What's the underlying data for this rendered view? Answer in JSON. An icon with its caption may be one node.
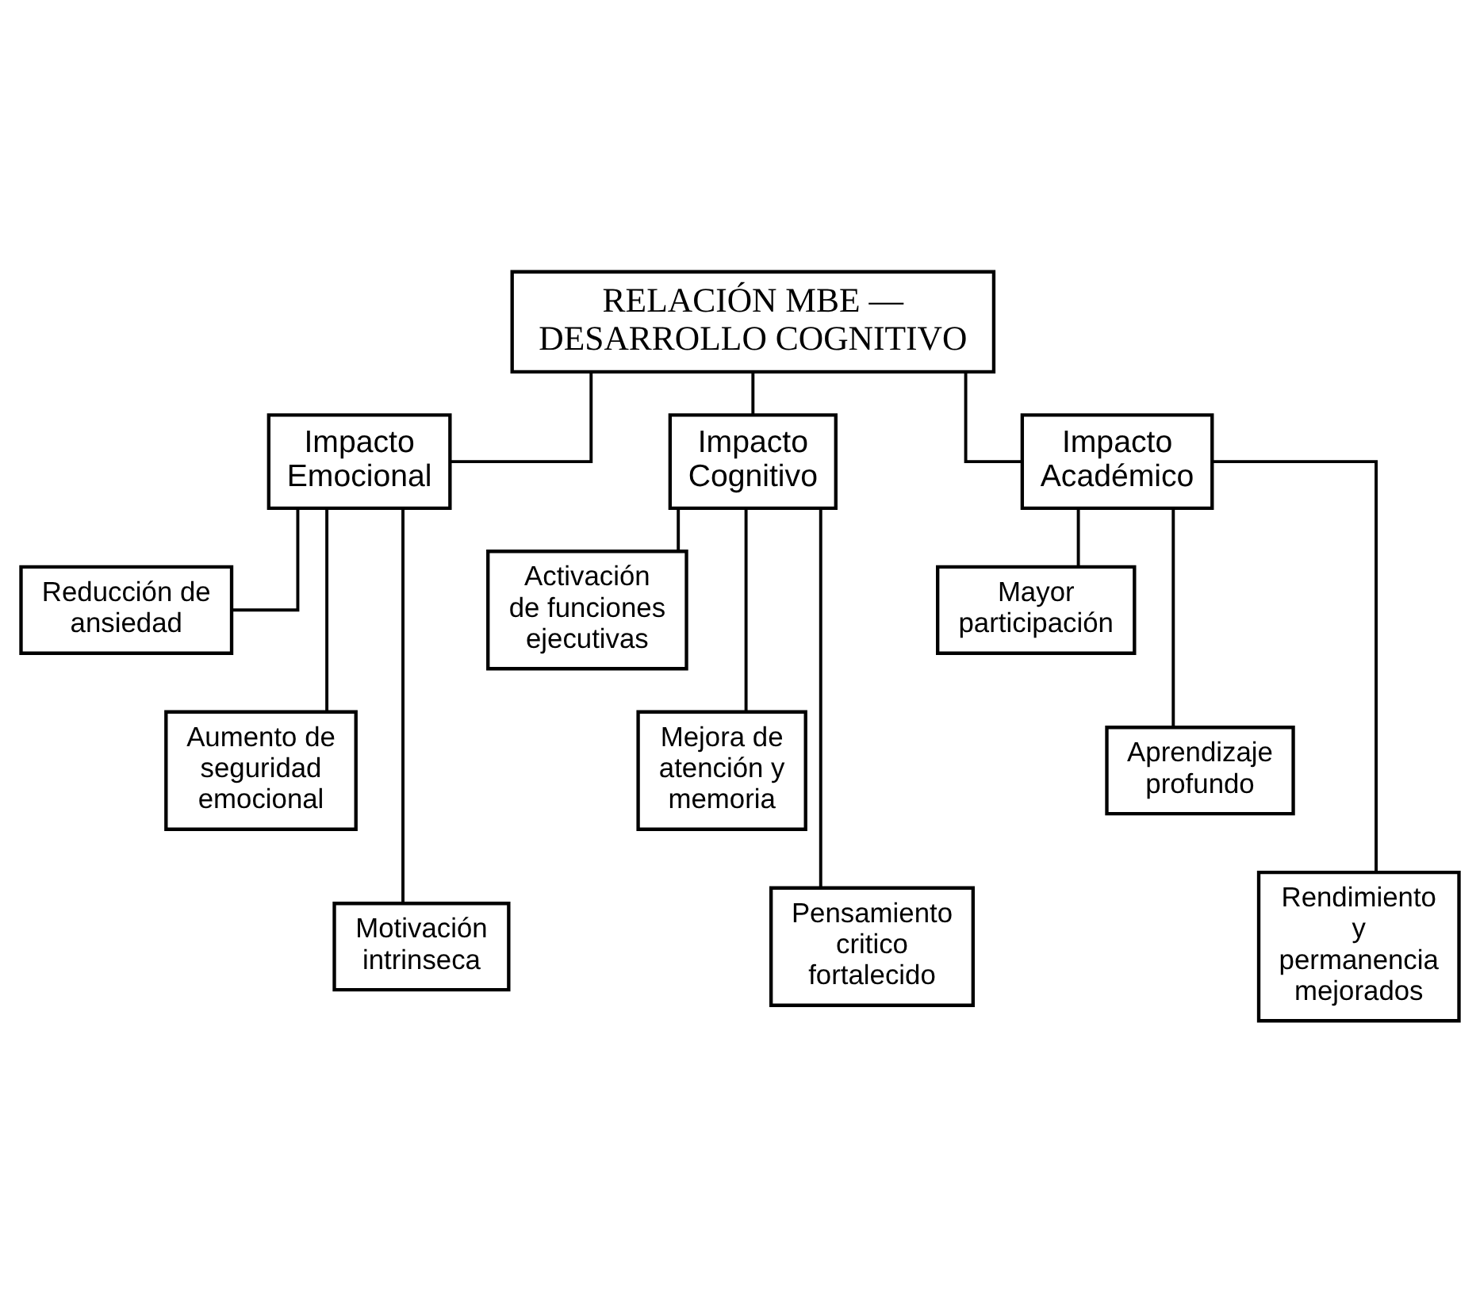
{
  "diagram": {
    "nodes": [
      {
        "text": [
          "RELACIÓN MBE — DESARROLLO COGNITIVO"
        ]
      },
      {
        "text": [
          "Impacto Emocional"
        ]
      },
      {
        "text": [
          "Impacto Cognitivo"
        ]
      },
      {
        "text": [
          "Impacto Académico"
        ]
      },
      {
        "text": [
          "Reducción de ansiedad"
        ]
      },
      {
        "text": [
          "Aumento de seguridad emocional"
        ]
      },
      {
        "text": [
          "Motivación intrinseca"
        ]
      },
      {
        "text": [
          "Activación de funciones ejecutivas"
        ]
      },
      {
        "text": [
          "Mejora de atención y memoria"
        ]
      },
      {
        "text": [
          "Pensamiento critico fortalecido"
        ]
      },
      {
        "text": [
          "Mayor participación"
        ]
      },
      {
        "text": [
          "Aprendizaje profundo"
        ]
      },
      {
        "text": [
          "Rendimiento y permanencia mejorados"
        ]
      }
    ],
    "edges": [
      {
        "from": 0,
        "to": 1,
        "arrow": "none"
      },
      {
        "from": 0,
        "to": 2,
        "arrow": "none"
      },
      {
        "from": 0,
        "to": 3,
        "arrow": "none"
      },
      {
        "from": 1,
        "to": 4,
        "arrow": "none"
      },
      {
        "from": 1,
        "to": 5,
        "arrow": "none"
      },
      {
        "from": 1,
        "to": 6,
        "arrow": "none"
      },
      {
        "from": 2,
        "to": 7,
        "arrow": "none"
      },
      {
        "from": 2,
        "to": 8,
        "arrow": "none"
      },
      {
        "from": 2,
        "to": 9,
        "arrow": "none"
      },
      {
        "from": 3,
        "to": 10,
        "arrow": "none"
      },
      {
        "from": 3,
        "to": 11,
        "arrow": "none"
      },
      {
        "from": 3,
        "to": 12,
        "arrow": "none"
      }
    ]
  }
}
